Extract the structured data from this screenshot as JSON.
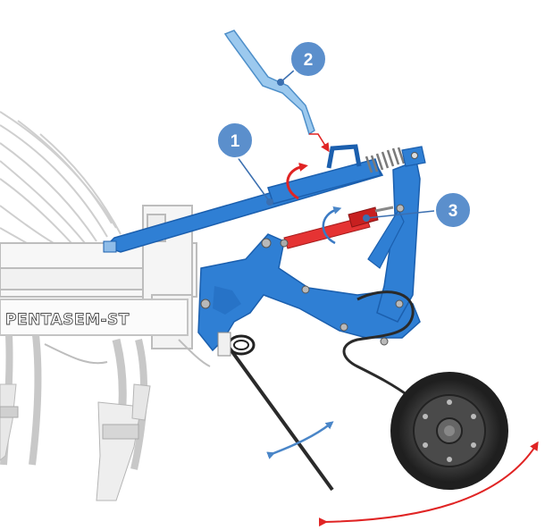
{
  "brand": {
    "label": "PENTASEM-ST"
  },
  "callouts": [
    {
      "number": "1"
    },
    {
      "number": "2"
    },
    {
      "number": "3"
    }
  ],
  "colors": {
    "part_blue": "#2f7fd4",
    "part_blue_dark": "#1b5fae",
    "callout_blue": "#5b8fcc",
    "lever_light_blue": "#9cc9ee",
    "rotation_red": "#e02424",
    "rod_red": "#e53333",
    "wheel_dark": "#3a3a3a",
    "frame_gray": "#c8c8c8"
  }
}
